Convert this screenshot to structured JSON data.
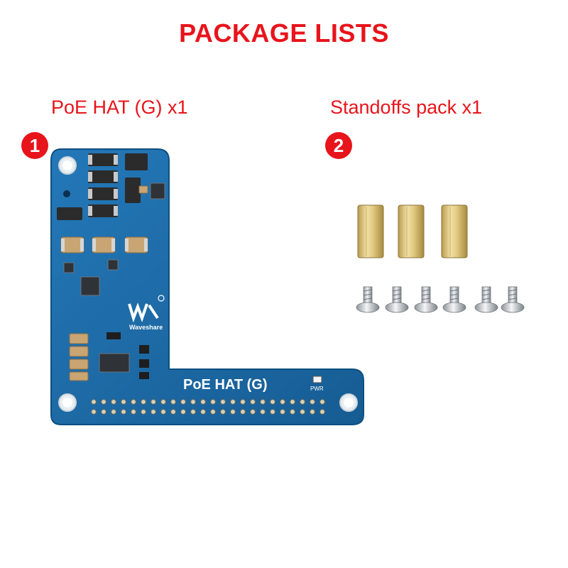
{
  "title": "PACKAGE LISTS",
  "items": [
    {
      "number": "1",
      "label": "PoE HAT (G) x1"
    },
    {
      "number": "2",
      "label": "Standoffs pack x1"
    }
  ],
  "board": {
    "silkscreen_name": "PoE HAT (G)",
    "brand": "Waveshare",
    "led_label": "PWR"
  },
  "colors": {
    "accent": "#e8141b",
    "pcb": "#1d6aa8",
    "brass": "#d9c37a"
  }
}
